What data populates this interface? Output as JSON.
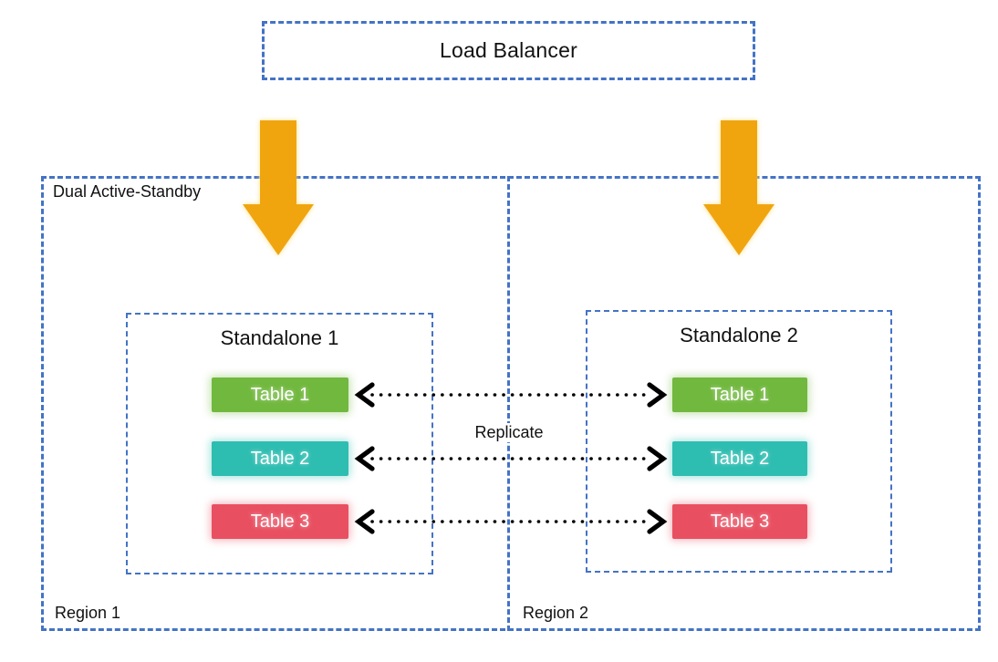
{
  "load_balancer": {
    "label": "Load Balancer"
  },
  "group": {
    "label": "Dual Active-Standby"
  },
  "regions": [
    {
      "label": "Region 1"
    },
    {
      "label": "Region 2"
    }
  ],
  "standalones": [
    {
      "title": "Standalone 1",
      "tables": [
        {
          "label": "Table 1",
          "color": "#71B83E"
        },
        {
          "label": "Table 2",
          "color": "#2EBDB1"
        },
        {
          "label": "Table 3",
          "color": "#E85061"
        }
      ]
    },
    {
      "title": "Standalone 2",
      "tables": [
        {
          "label": "Table 1",
          "color": "#71B83E"
        },
        {
          "label": "Table 2",
          "color": "#2EBDB1"
        },
        {
          "label": "Table 3",
          "color": "#E85061"
        }
      ]
    }
  ],
  "replicate_label": "Replicate",
  "colors": {
    "dashed_border": "#4473C5",
    "arrow": "#F0A50F",
    "arrow_glow": "#FFE08A",
    "connector": "#000000",
    "table_text": "#FFFFFF",
    "text": "#111111"
  }
}
